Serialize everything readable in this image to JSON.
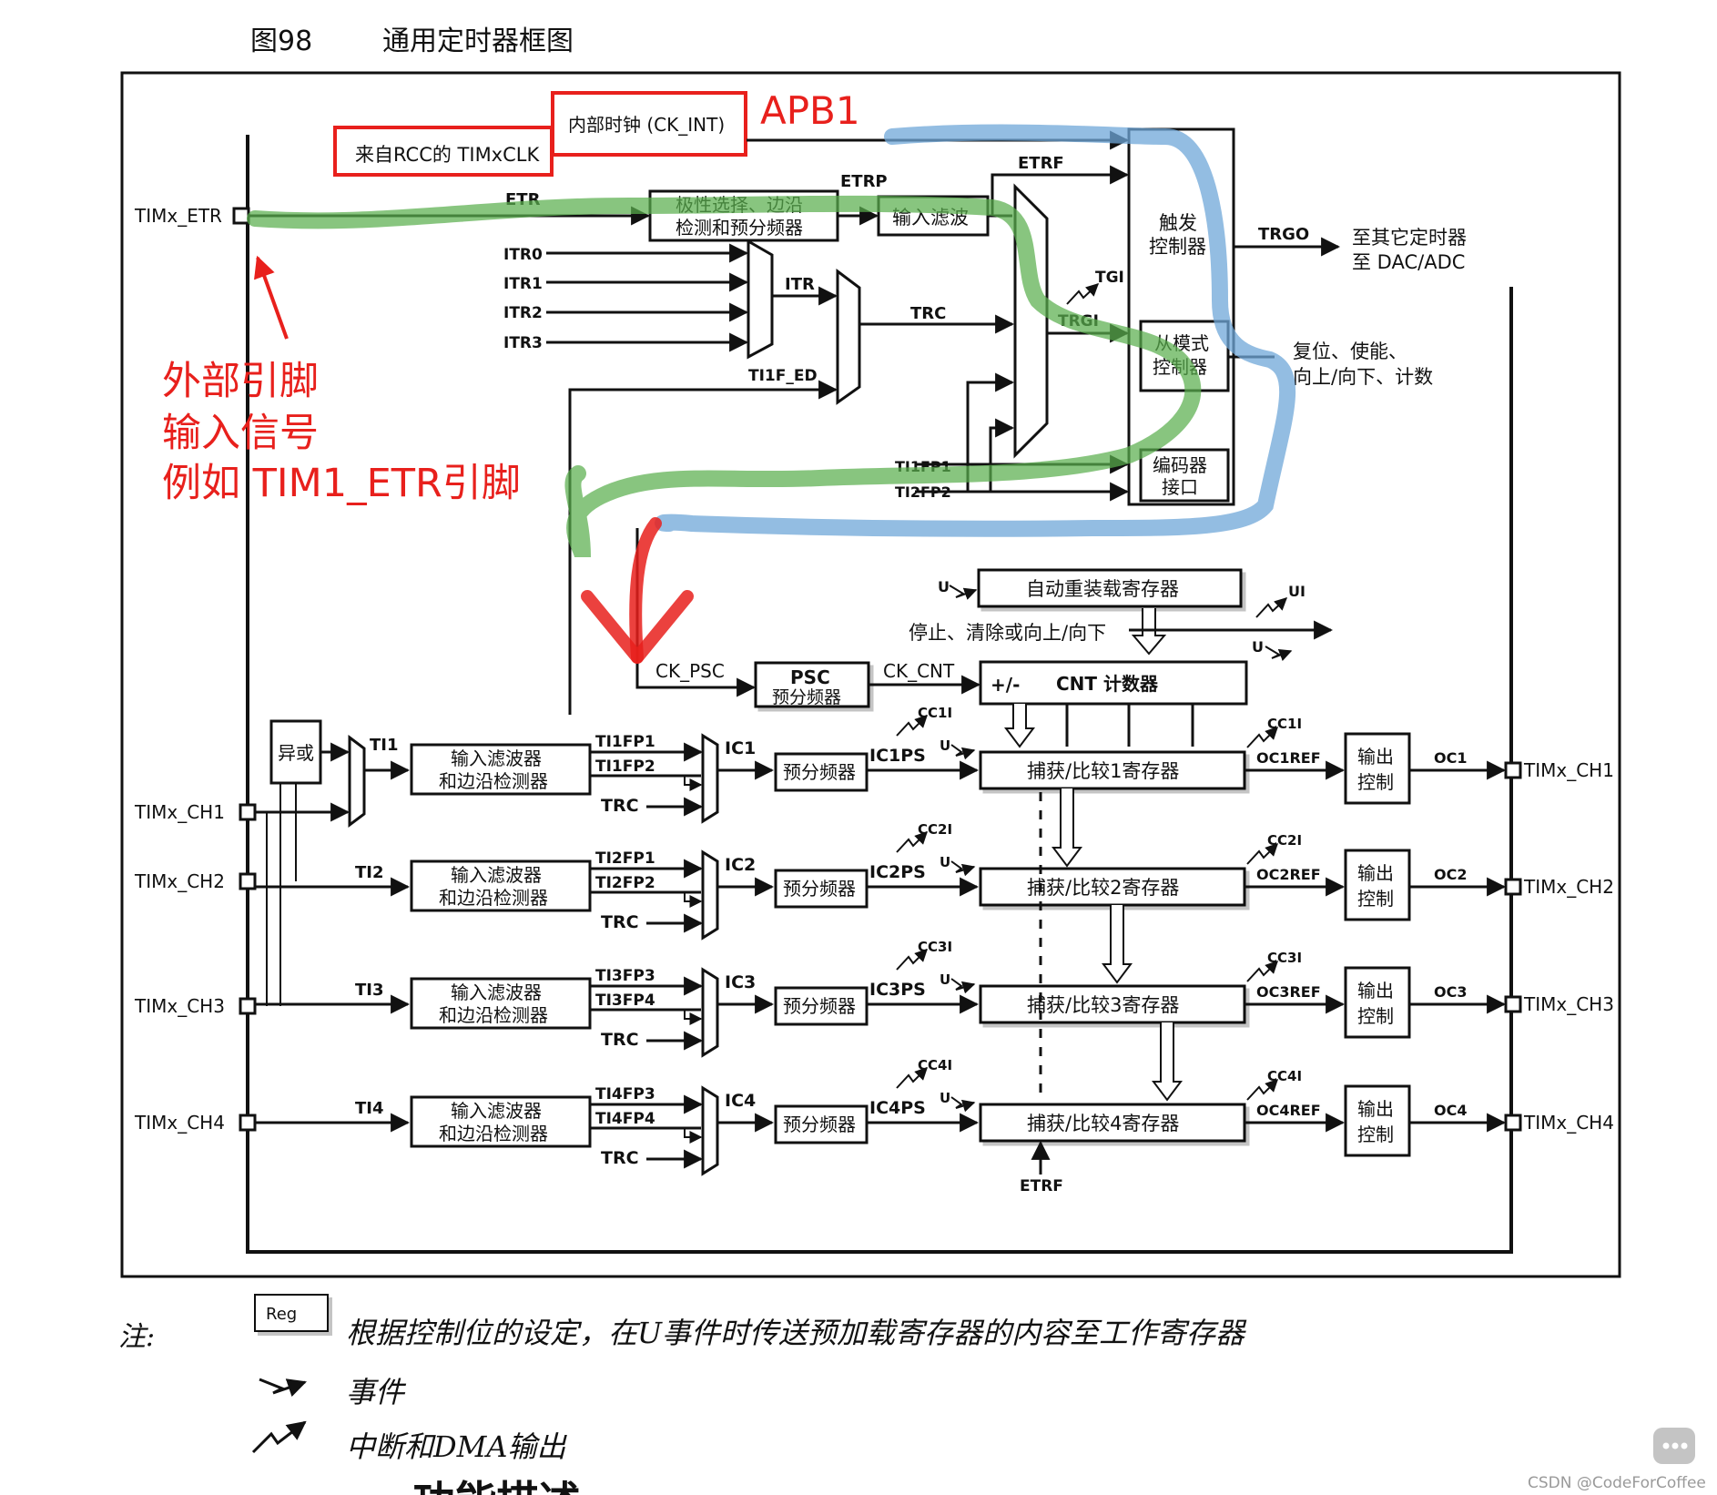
{
  "figure": {
    "number": "图98",
    "title": "通用定时器框图"
  },
  "clock_sources": {
    "rcc_clock": "来自RCC的 TIMxCLK",
    "internal_clock": "内部时钟 (CK_INT)",
    "apb_annotation": "APB1"
  },
  "pins": {
    "etr": "TIMx_ETR",
    "ch1_in": "TIMx_CH1",
    "ch2_in": "TIMx_CH2",
    "ch3_in": "TIMx_CH3",
    "ch4_in": "TIMx_CH4",
    "ch1_out": "TIMx_CH1",
    "ch2_out": "TIMx_CH2",
    "ch3_out": "TIMx_CH3",
    "ch4_out": "TIMx_CH4"
  },
  "annotation_external": {
    "line1": "外部引脚",
    "line2": "输入信号",
    "line3": "例如 TIM1_ETR引脚"
  },
  "signals": {
    "etr": "ETR",
    "etrp": "ETRP",
    "etrf_top": "ETRF",
    "etrf_bottom": "ETRF",
    "itr0": "ITR0",
    "itr1": "ITR1",
    "itr2": "ITR2",
    "itr3": "ITR3",
    "itr": "ITR",
    "trc": "TRC",
    "tgi": "TGI",
    "trgi": "TRGI",
    "ti1f_ed": "TI1F_ED",
    "ti1fp1": "TI1FP1",
    "ti2fp2": "TI2FP2",
    "trgo": "TRGO",
    "ck_psc": "CK_PSC",
    "ck_cnt": "CK_CNT",
    "u": "U",
    "ui": "UI"
  },
  "blocks": {
    "polarity_1": "极性选择、边沿",
    "polarity_2": "检测和预分频器",
    "input_filter": "输入滤波",
    "trigger_ctrl_1": "触发",
    "trigger_ctrl_2": "控制器",
    "slave_mode_1": "从模式",
    "slave_mode_2": "控制器",
    "encoder_1": "编码器",
    "encoder_2": "接口",
    "auto_reload": "自动重装载寄存器",
    "psc_1": "PSC",
    "psc_2": "预分频器",
    "cnt_sign": "+/-",
    "cnt_label": "CNT 计数器",
    "xor": "异或"
  },
  "outputs": {
    "to_timers_1": "至其它定时器",
    "to_timers_2": "至 DAC/ADC",
    "reset_1": "复位、使能、",
    "reset_2": "向上/向下、计数",
    "stop_clear": "停止、清除或向上/向下"
  },
  "channels": [
    {
      "ti": "TI1",
      "filter_1": "输入滤波器",
      "filter_2": "和边沿检测器",
      "fp_a": "TI1FP1",
      "fp_b": "TI1FP2",
      "trc": "TRC",
      "ic": "IC1",
      "prescaler": "预分频器",
      "icps": "IC1PS",
      "cc_in": "CC1I",
      "u": "U",
      "capture": "捕获/比较1寄存器",
      "cc_out": "CC1I",
      "ocref": "OC1REF",
      "oc_ctrl_1": "输出",
      "oc_ctrl_2": "控制",
      "oc": "OC1"
    },
    {
      "ti": "TI2",
      "filter_1": "输入滤波器",
      "filter_2": "和边沿检测器",
      "fp_a": "TI2FP1",
      "fp_b": "TI2FP2",
      "trc": "TRC",
      "ic": "IC2",
      "prescaler": "预分频器",
      "icps": "IC2PS",
      "cc_in": "CC2I",
      "u": "U",
      "capture": "捕获/比较2寄存器",
      "cc_out": "CC2I",
      "ocref": "OC2REF",
      "oc_ctrl_1": "输出",
      "oc_ctrl_2": "控制",
      "oc": "OC2"
    },
    {
      "ti": "TI3",
      "filter_1": "输入滤波器",
      "filter_2": "和边沿检测器",
      "fp_a": "TI3FP3",
      "fp_b": "TI3FP4",
      "trc": "TRC",
      "ic": "IC3",
      "prescaler": "预分频器",
      "icps": "IC3PS",
      "cc_in": "CC3I",
      "u": "U",
      "capture": "捕获/比较3寄存器",
      "cc_out": "CC3I",
      "ocref": "OC3REF",
      "oc_ctrl_1": "输出",
      "oc_ctrl_2": "控制",
      "oc": "OC3"
    },
    {
      "ti": "TI4",
      "filter_1": "输入滤波器",
      "filter_2": "和边沿检测器",
      "fp_a": "TI4FP3",
      "fp_b": "TI4FP4",
      "trc": "TRC",
      "ic": "IC4",
      "prescaler": "预分频器",
      "icps": "IC4PS",
      "cc_in": "CC4I",
      "u": "U",
      "capture": "捕获/比较4寄存器",
      "cc_out": "CC4I",
      "ocref": "OC4REF",
      "oc_ctrl_1": "输出",
      "oc_ctrl_2": "控制",
      "oc": "OC4"
    }
  ],
  "notes": {
    "prefix": "注:",
    "reg_label": "Reg",
    "reg_desc": "根据控制位的设定，在U事件时传送预加载寄存器的内容至工作寄存器",
    "event_desc": "事件",
    "irq_desc": "中断和DMA输出"
  },
  "partial_heading": "· 功能描述",
  "watermark": "CSDN @CodeForCoffee",
  "colors": {
    "annotation_red": "#e8201c",
    "green_path": "#5aae4e",
    "blue_path": "#6fa7d8",
    "line": "#111111"
  }
}
